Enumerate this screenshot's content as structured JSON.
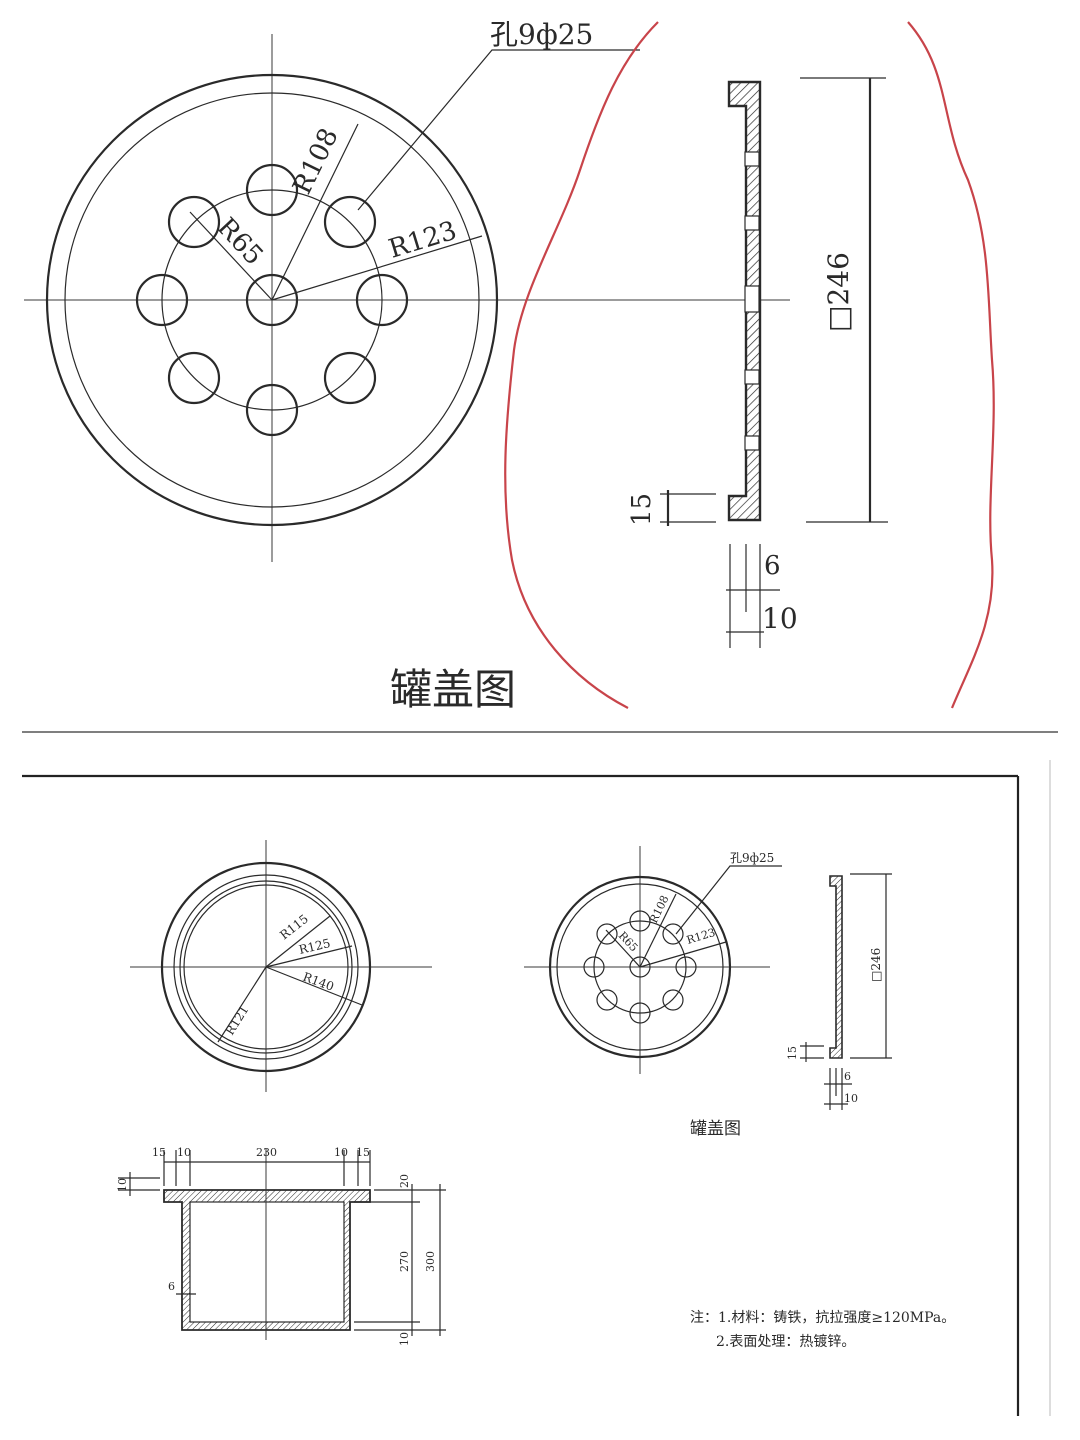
{
  "top_panel": {
    "hole_callout": "孔9ф25",
    "r108": "R108",
    "r65": "R65",
    "r123": "R123",
    "square_dim": "□246",
    "dim_15": "15",
    "dim_6": "6",
    "dim_10": "10",
    "caption": "罐盖图"
  },
  "bottom_panel": {
    "base_plan": {
      "r115": "R115",
      "r125": "R125",
      "r140": "R140",
      "r121": "R121"
    },
    "lid_plan": {
      "hole_callout": "孔9ф25",
      "r108": "R108",
      "r65": "R65",
      "r123": "R123",
      "square_dim": "□246",
      "dim_15": "15",
      "dim_6": "6",
      "dim_10": "10",
      "caption": "罐盖图"
    },
    "section": {
      "top_dims": [
        "15",
        "10",
        "230",
        "10",
        "15"
      ],
      "left_10": "10",
      "right_20": "20",
      "right_270": "270",
      "right_300": "300",
      "bottom_10": "10",
      "wall_6": "6"
    },
    "notes": {
      "line1": "注：1.材料：铸铁，抗拉强度≥120MPa。",
      "line2": "2.表面处理：热镀锌。"
    }
  }
}
